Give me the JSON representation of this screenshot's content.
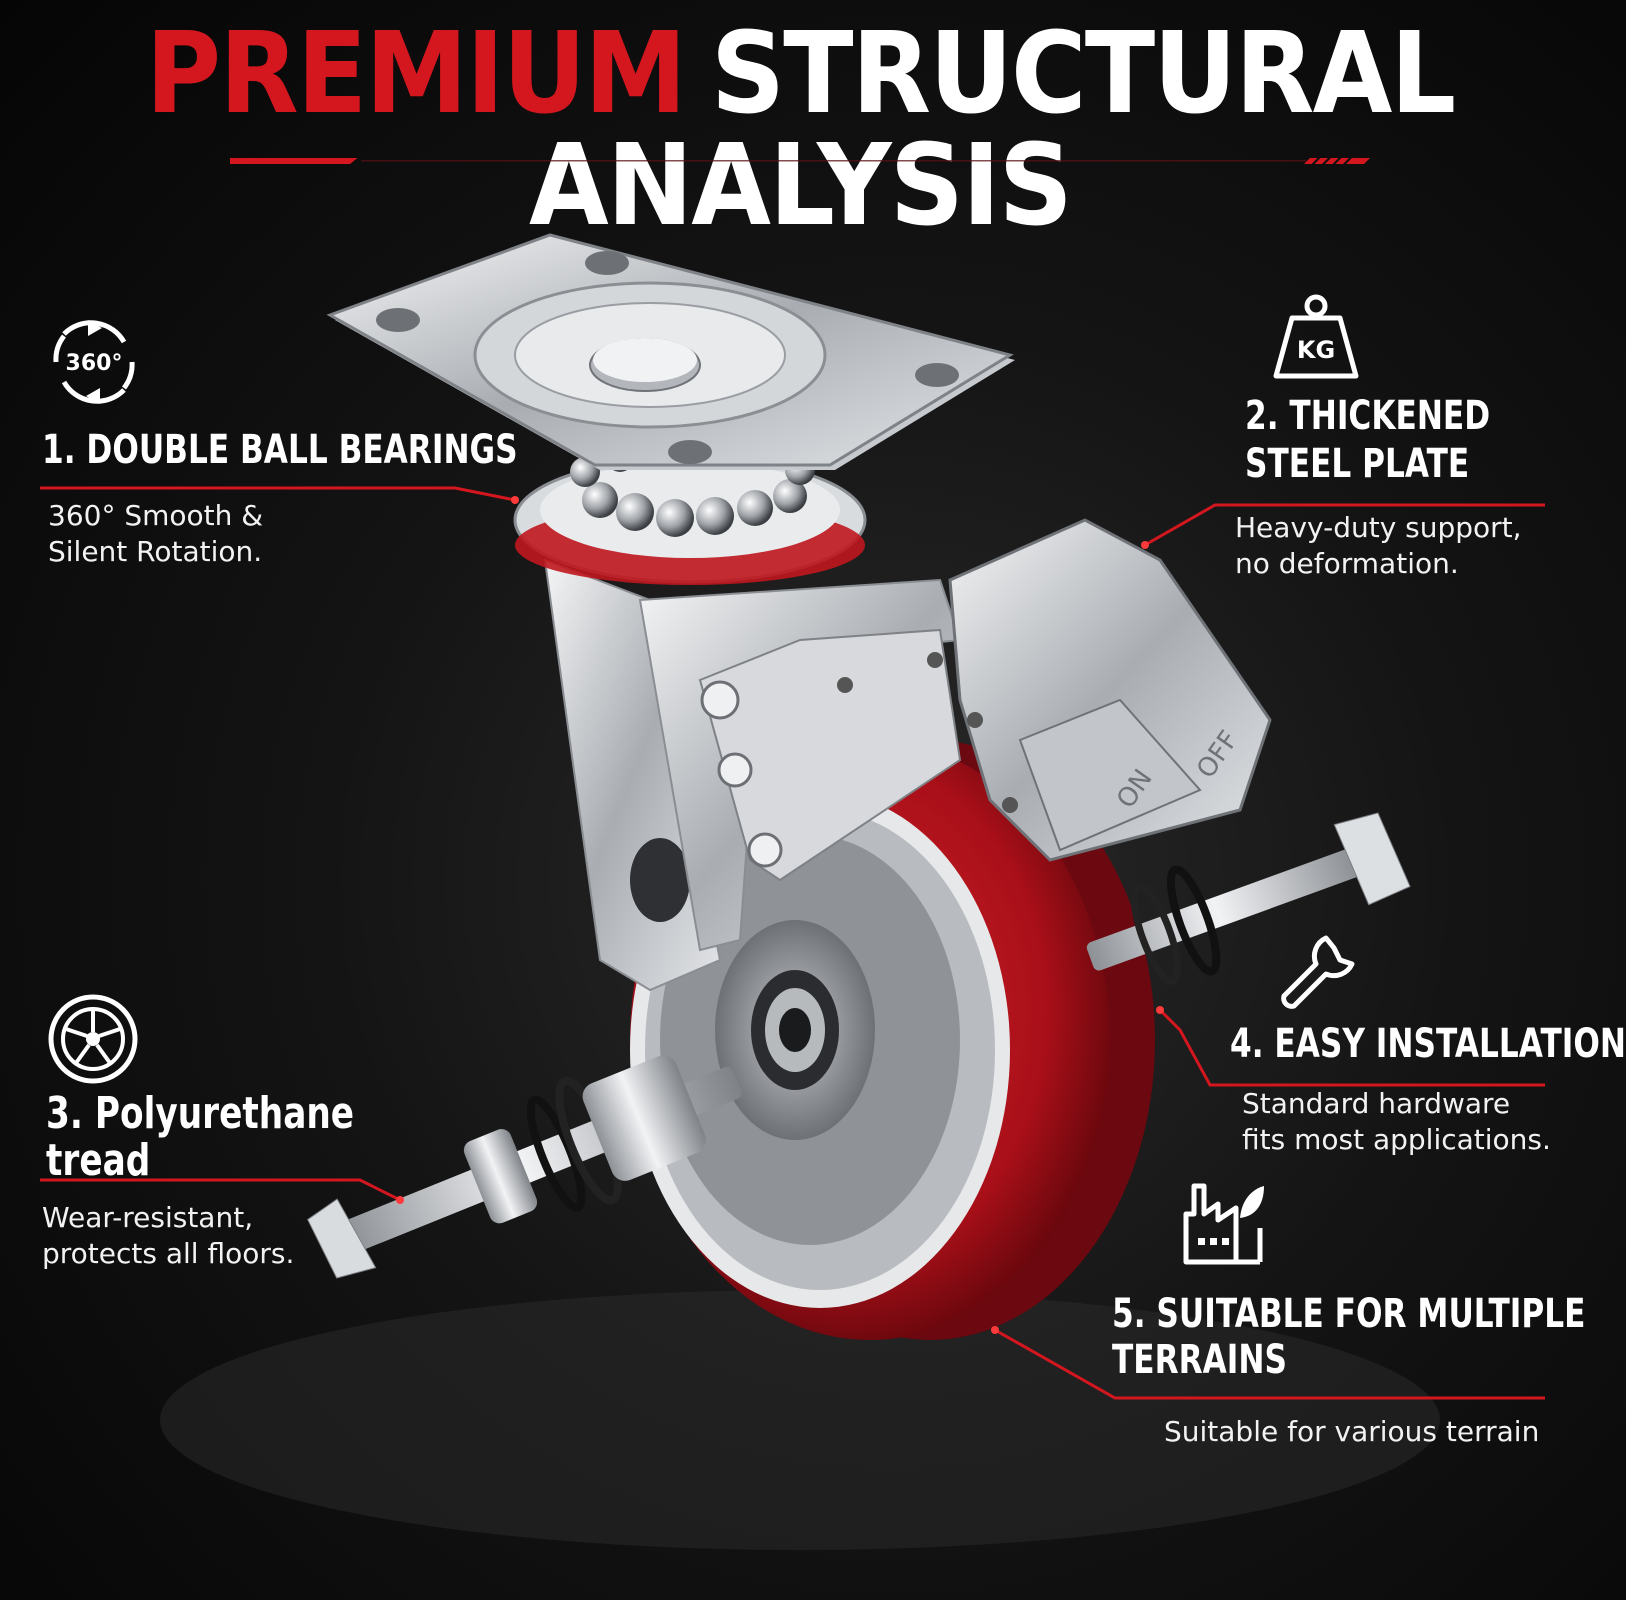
{
  "title": {
    "word1": "PREMIUM",
    "word2": "STRUCTURAL ANALYSIS"
  },
  "features": [
    {
      "heading": "1. DOUBLE BALL BEARINGS",
      "body_line1": "360° Smooth &",
      "body_line2": "Silent Rotation.",
      "icon": "rotate-360-icon",
      "icon_label": "360°"
    },
    {
      "heading_line1": "2. THICKENED",
      "heading_line2": "STEEL PLATE",
      "body_line1": "Heavy-duty support,",
      "body_line2": "no deformation.",
      "icon": "weight-kg-icon",
      "icon_label": "KG"
    },
    {
      "heading_line1": "3. Polyurethane",
      "heading_line2": "tread",
      "body_line1": "Wear-resistant,",
      "body_line2": "protects all floors.",
      "icon": "wheel-icon"
    },
    {
      "heading": "4. EASY INSTALLATION",
      "body_line1": "Standard hardware",
      "body_line2": "fits most applications.",
      "icon": "wrench-icon"
    },
    {
      "heading_line1": "5. SUITABLE FOR MULTIPLE",
      "heading_line2": "TERRAINS",
      "body_line1": "Suitable for various terrain",
      "icon": "factory-leaf-icon"
    }
  ],
  "brake_labels": {
    "on": "ON",
    "off": "OFF"
  },
  "colors": {
    "accent": "#d4161f",
    "background": "#0a0a0a",
    "text": "#ffffff",
    "tread": "#b0121b",
    "steel": "#c9ccd0"
  }
}
